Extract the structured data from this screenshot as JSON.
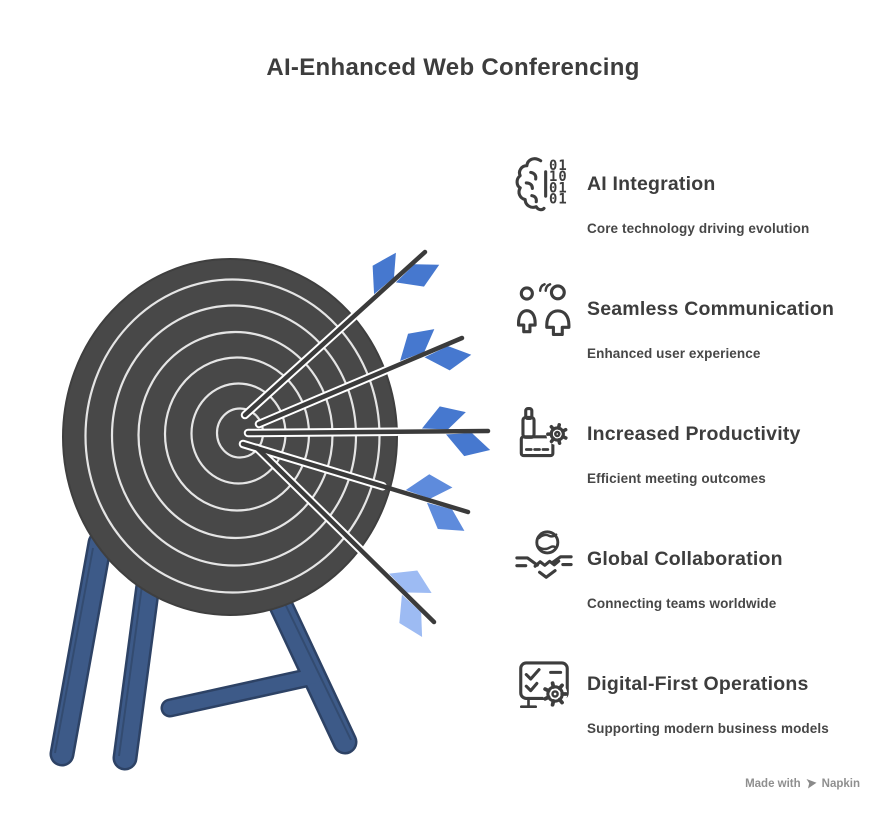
{
  "title": "AI-Enhanced Web Conferencing",
  "features": [
    {
      "heading": "AI Integration",
      "description": "Core technology driving evolution",
      "icon": "brain-binary-icon"
    },
    {
      "heading": "Seamless Communication",
      "description": "Enhanced user experience",
      "icon": "people-voice-icon"
    },
    {
      "heading": "Increased Productivity",
      "description": "Efficient meeting outcomes",
      "icon": "factory-gear-icon"
    },
    {
      "heading": "Global Collaboration",
      "description": "Connecting teams worldwide",
      "icon": "globe-handshake-icon"
    },
    {
      "heading": "Digital-First Operations",
      "description": "Supporting modern business models",
      "icon": "monitor-checklist-gear-icon"
    }
  ],
  "icon_details": {
    "binary_rows": [
      "01",
      "10",
      "01",
      "01"
    ]
  },
  "illustration": {
    "name": "target-with-five-arrows",
    "stand": "blue-tripod-easel",
    "arrow_count": 5
  },
  "footer": {
    "label": "Made with",
    "brand": "Napkin"
  },
  "colors": {
    "text_dark": "#3d3d3d",
    "target_disc": "#484848",
    "ring_stroke": "#eeeeee",
    "stand_blue": "#3d5a88",
    "stand_edge": "#2d4265",
    "arrow_shaft": "#3b3b3b",
    "fletch_blue": "#4678cf",
    "fletch_blue_medium": "#5e8bdc",
    "fletch_blue_light": "#9dbbf3",
    "footer_gray": "#8f8f8f"
  }
}
